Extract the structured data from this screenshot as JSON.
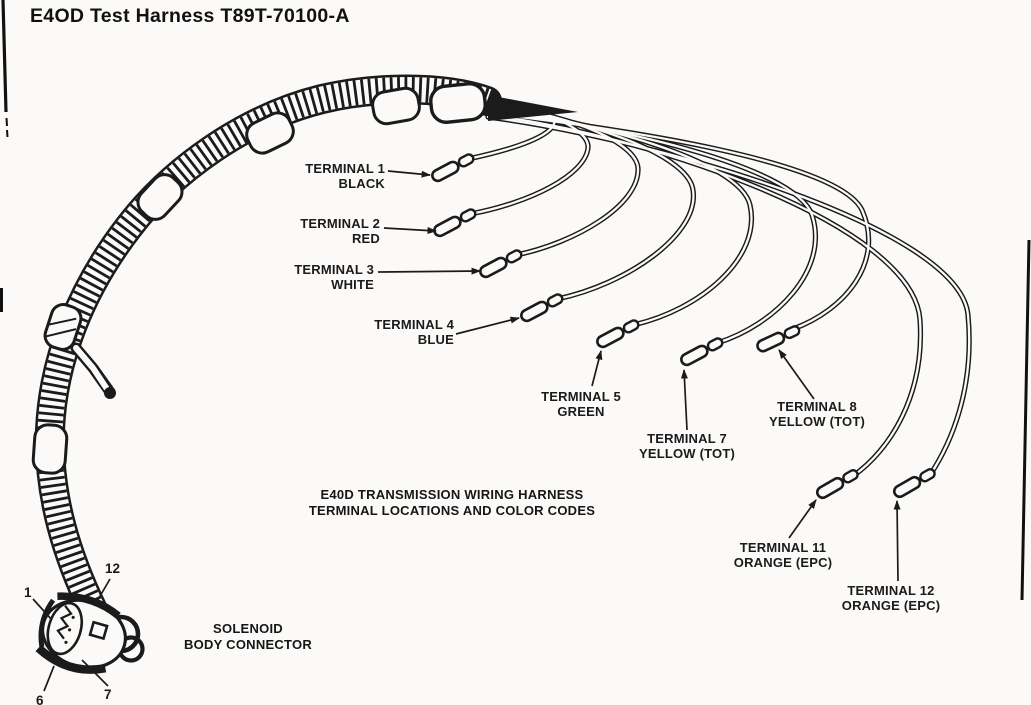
{
  "page": {
    "title": "E4OD Test Harness T89T-70100-A"
  },
  "diagram": {
    "caption": {
      "line1": "E40D TRANSMISSION WIRING HARNESS",
      "line2": "TERMINAL LOCATIONS AND COLOR CODES"
    },
    "connector": {
      "label_line1": "SOLENOID",
      "label_line2": "BODY CONNECTOR",
      "pins": [
        "1",
        "12",
        "6",
        "7"
      ]
    },
    "terminals": [
      {
        "name": "TERMINAL 1",
        "color": "BLACK"
      },
      {
        "name": "TERMINAL 2",
        "color": "RED"
      },
      {
        "name": "TERMINAL 3",
        "color": "WHITE"
      },
      {
        "name": "TERMINAL 4",
        "color": "BLUE"
      },
      {
        "name": "TERMINAL 5",
        "color": "GREEN"
      },
      {
        "name": "TERMINAL 7",
        "color": "YELLOW (TOT)"
      },
      {
        "name": "TERMINAL 8",
        "color": "YELLOW (TOT)"
      },
      {
        "name": "TERMINAL 11",
        "color": "ORANGE (EPC)"
      },
      {
        "name": "TERMINAL 12",
        "color": "ORANGE (EPC)"
      }
    ],
    "colors": {
      "ink": "#1b1b1b",
      "paper": "#fbfaf8"
    }
  }
}
